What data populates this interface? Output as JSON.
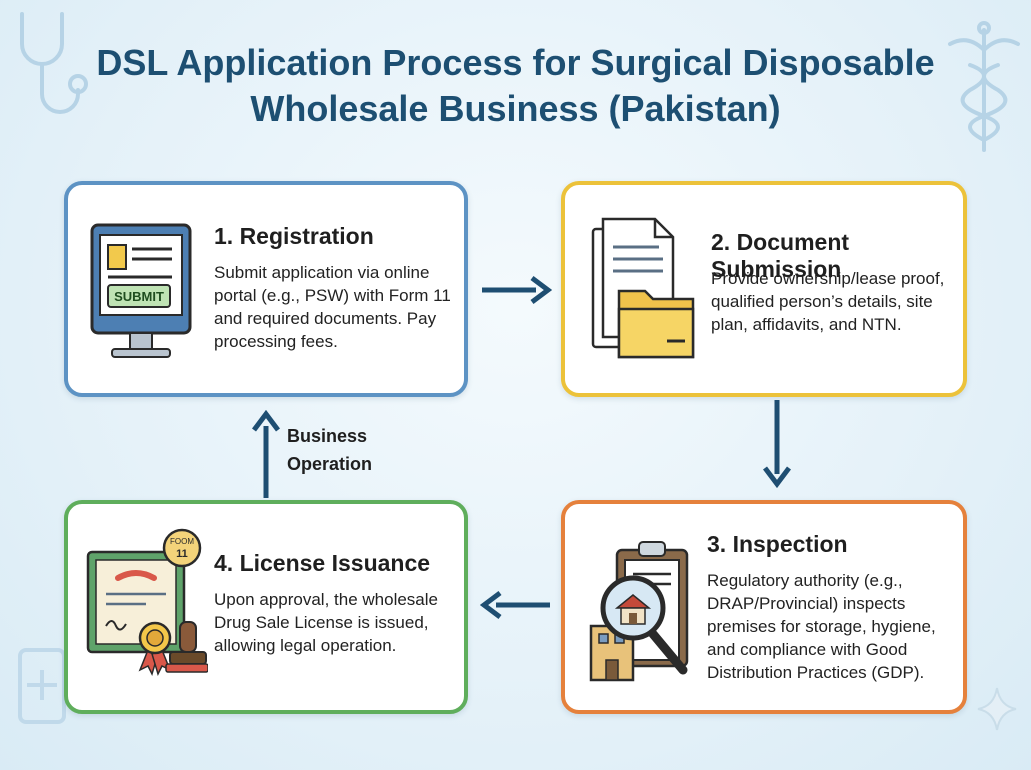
{
  "title_line1": "DSL Application Process for Surgical Disposable",
  "title_line2": "Wholesale Business (Pakistan)",
  "steps": [
    {
      "heading": "1. Registration",
      "body": "Submit application via online portal (e.g., PSW) with Form 11 and required documents. Pay processing fees.",
      "icon": "computer-monitor-icon",
      "icon_text": "SUBMIT",
      "color": "#5d93c4"
    },
    {
      "heading": "2. Document Submission",
      "body": "Provide ownership/lease proof, qualified person’s details, site plan, affidavits, and NTN.",
      "icon": "documents-folder-icon",
      "color": "#ecc23a"
    },
    {
      "heading": "3. Inspection",
      "body": "Regulatory authority (e.g., DRAP/Provincial) inspects premises for storage, hygiene, and compliance with Good Distribution Practices (GDP).",
      "icon": "magnifier-building-icon",
      "color": "#e5813c"
    },
    {
      "heading": "4. License Issuance",
      "body": "Upon approval, the wholesale Drug Sale License is issued, allowing legal operation.",
      "icon": "certificate-stamp-icon",
      "icon_text_1": "FOOM",
      "icon_text_2": "11",
      "color": "#5fae5c"
    }
  ],
  "loop_label_line1": "Business",
  "loop_label_line2": "Operation",
  "arrow_color": "#1e4e72",
  "title_color": "#1d4f72"
}
